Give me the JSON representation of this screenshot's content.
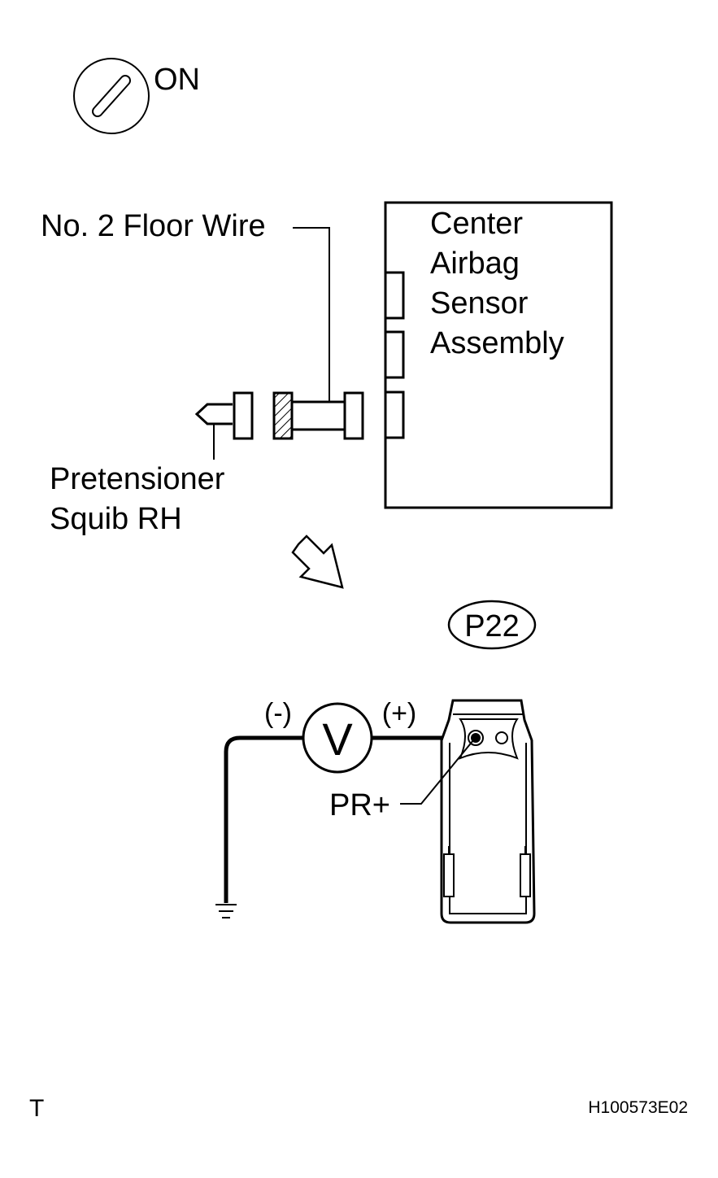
{
  "ignition": {
    "label": "ON"
  },
  "floor_wire": {
    "label": "No. 2 Floor Wire"
  },
  "sensor_assembly": {
    "lines": [
      "Center",
      "Airbag",
      "Sensor",
      "Assembly"
    ]
  },
  "pretensioner": {
    "lines": [
      "Pretensioner",
      "Squib RH"
    ]
  },
  "connector": {
    "code": "P22",
    "terminal": "PR+"
  },
  "voltmeter": {
    "symbol": "V",
    "negative": "(-)",
    "positive": "(+)"
  },
  "footer": {
    "left_mark": "T",
    "figure_id": "H100573E02"
  },
  "colors": {
    "line": "#000000",
    "background": "#ffffff"
  }
}
